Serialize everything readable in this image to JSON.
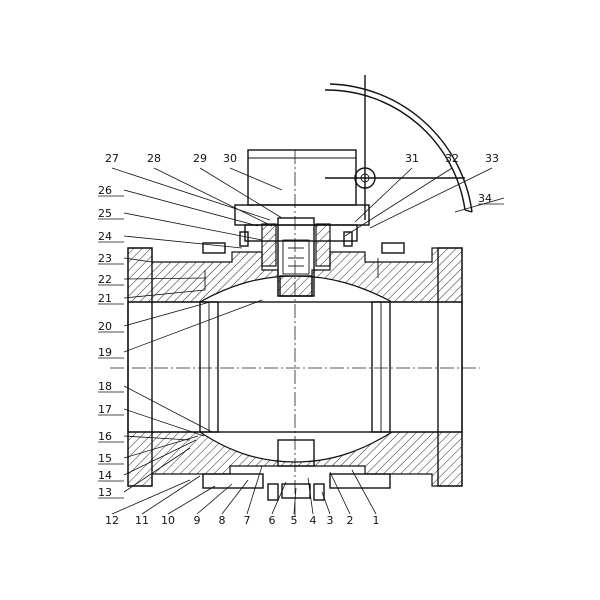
{
  "callouts": [
    {
      "id": "c1",
      "text": "1"
    },
    {
      "id": "c2",
      "text": "2"
    },
    {
      "id": "c3",
      "text": "3"
    },
    {
      "id": "c4",
      "text": "4"
    },
    {
      "id": "c5",
      "text": "5"
    },
    {
      "id": "c6",
      "text": "6"
    },
    {
      "id": "c7",
      "text": "7"
    },
    {
      "id": "c8",
      "text": "8"
    },
    {
      "id": "c9",
      "text": "9"
    },
    {
      "id": "c10",
      "text": "10"
    },
    {
      "id": "c11",
      "text": "11"
    },
    {
      "id": "c12",
      "text": "12"
    },
    {
      "id": "c13",
      "text": "13"
    },
    {
      "id": "c14",
      "text": "14"
    },
    {
      "id": "c15",
      "text": "15"
    },
    {
      "id": "c16",
      "text": "16"
    },
    {
      "id": "c17",
      "text": "17"
    },
    {
      "id": "c18",
      "text": "18"
    },
    {
      "id": "c19",
      "text": "19"
    },
    {
      "id": "c20",
      "text": "20"
    },
    {
      "id": "c21",
      "text": "21"
    },
    {
      "id": "c22",
      "text": "22"
    },
    {
      "id": "c23",
      "text": "23"
    },
    {
      "id": "c24",
      "text": "24"
    },
    {
      "id": "c25",
      "text": "25"
    },
    {
      "id": "c26",
      "text": "26"
    },
    {
      "id": "c27",
      "text": "27"
    },
    {
      "id": "c28",
      "text": "28"
    },
    {
      "id": "c29",
      "text": "29"
    },
    {
      "id": "c30",
      "text": "30"
    },
    {
      "id": "c31",
      "text": "31"
    },
    {
      "id": "c32",
      "text": "32"
    },
    {
      "id": "c33",
      "text": "33"
    },
    {
      "id": "c34",
      "text": "34"
    }
  ],
  "colors": {
    "line": "#111111",
    "background": "#ffffff"
  }
}
